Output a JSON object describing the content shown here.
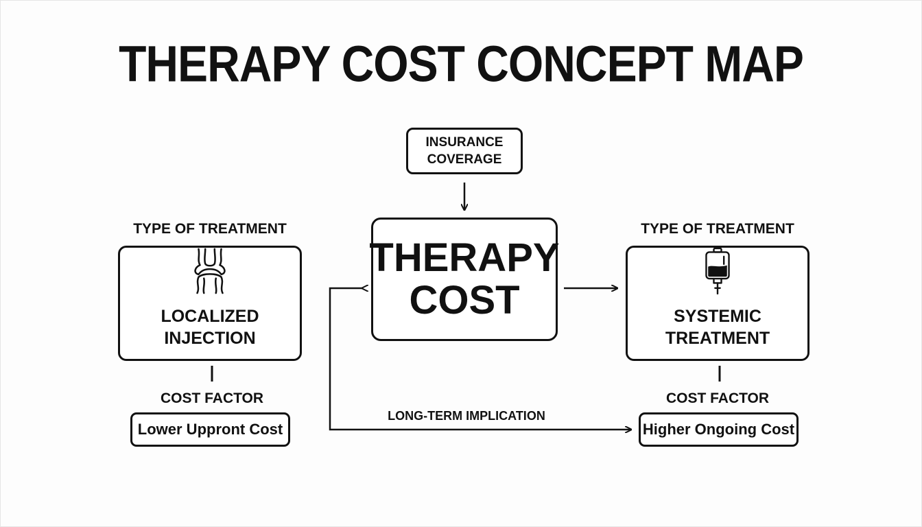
{
  "title": "THERAPY COST CONCEPT MAP",
  "insurance": {
    "lines": [
      "INSURANCE",
      "COVERAGE"
    ]
  },
  "center": {
    "lines": [
      "THERAPY",
      "COST"
    ]
  },
  "left": {
    "type_label": "TYPE OF TREATMENT",
    "treatment_lines": [
      "LOCALIZED",
      "INJECTION"
    ],
    "icon": "knee-joint-icon",
    "factor_label": "COST FACTOR",
    "cost": "Lower Uppront Cost"
  },
  "right": {
    "type_label": "TYPE OF TREATMENT",
    "treatment_lines": [
      "SYSTEMIC",
      "TREATMENT"
    ],
    "icon": "iv-bag-icon",
    "factor_label": "COST FACTOR",
    "cost": "Higher Ongoing Cost"
  },
  "long_term_label": "LONG-TERM IMPLICATION",
  "colors": {
    "ink": "#111111",
    "background": "#fdfdfd"
  }
}
